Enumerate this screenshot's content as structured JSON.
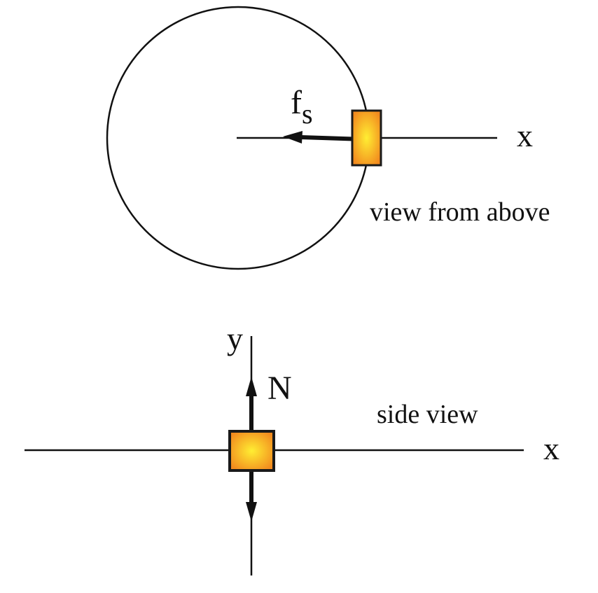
{
  "top_view": {
    "caption": "view from above",
    "axis_label": "x",
    "force_label_main": "f",
    "force_label_sub": "s"
  },
  "side_view": {
    "caption": "side view",
    "x_axis_label": "x",
    "y_axis_label": "y",
    "force_label": "N"
  },
  "colors": {
    "stroke": "#111111",
    "block_center": "#ffee33",
    "block_edge": "#f28a1e",
    "block_border": "#1a1a1a"
  }
}
